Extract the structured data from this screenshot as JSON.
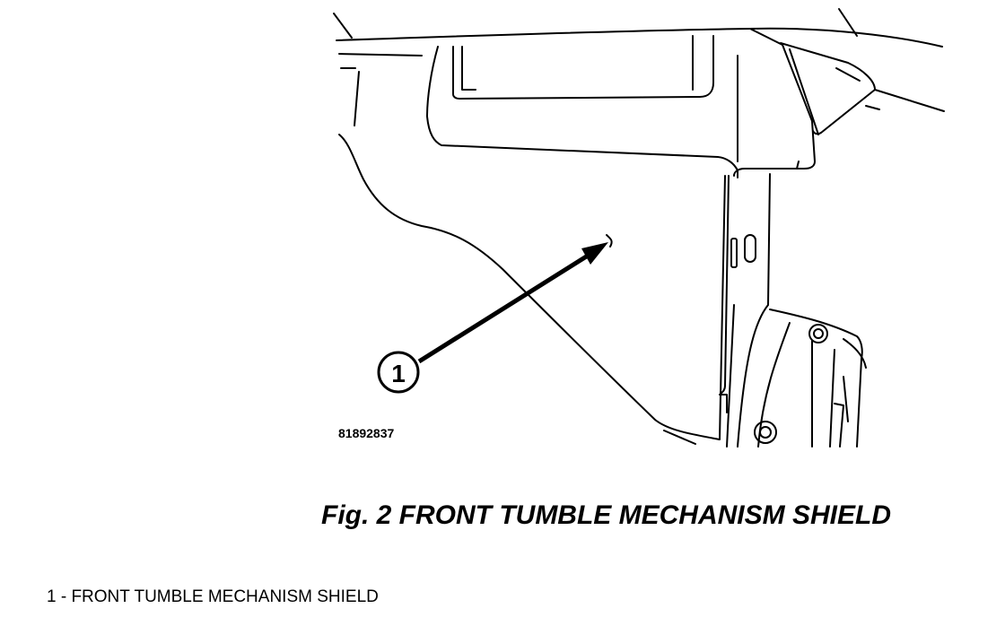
{
  "figure": {
    "part_number": "81892837",
    "callout_number": "1",
    "caption": "Fig. 2 FRONT TUMBLE MECHANISM SHIELD"
  },
  "legend": {
    "items": [
      {
        "label": "1 - FRONT TUMBLE MECHANISM SHIELD"
      }
    ]
  }
}
